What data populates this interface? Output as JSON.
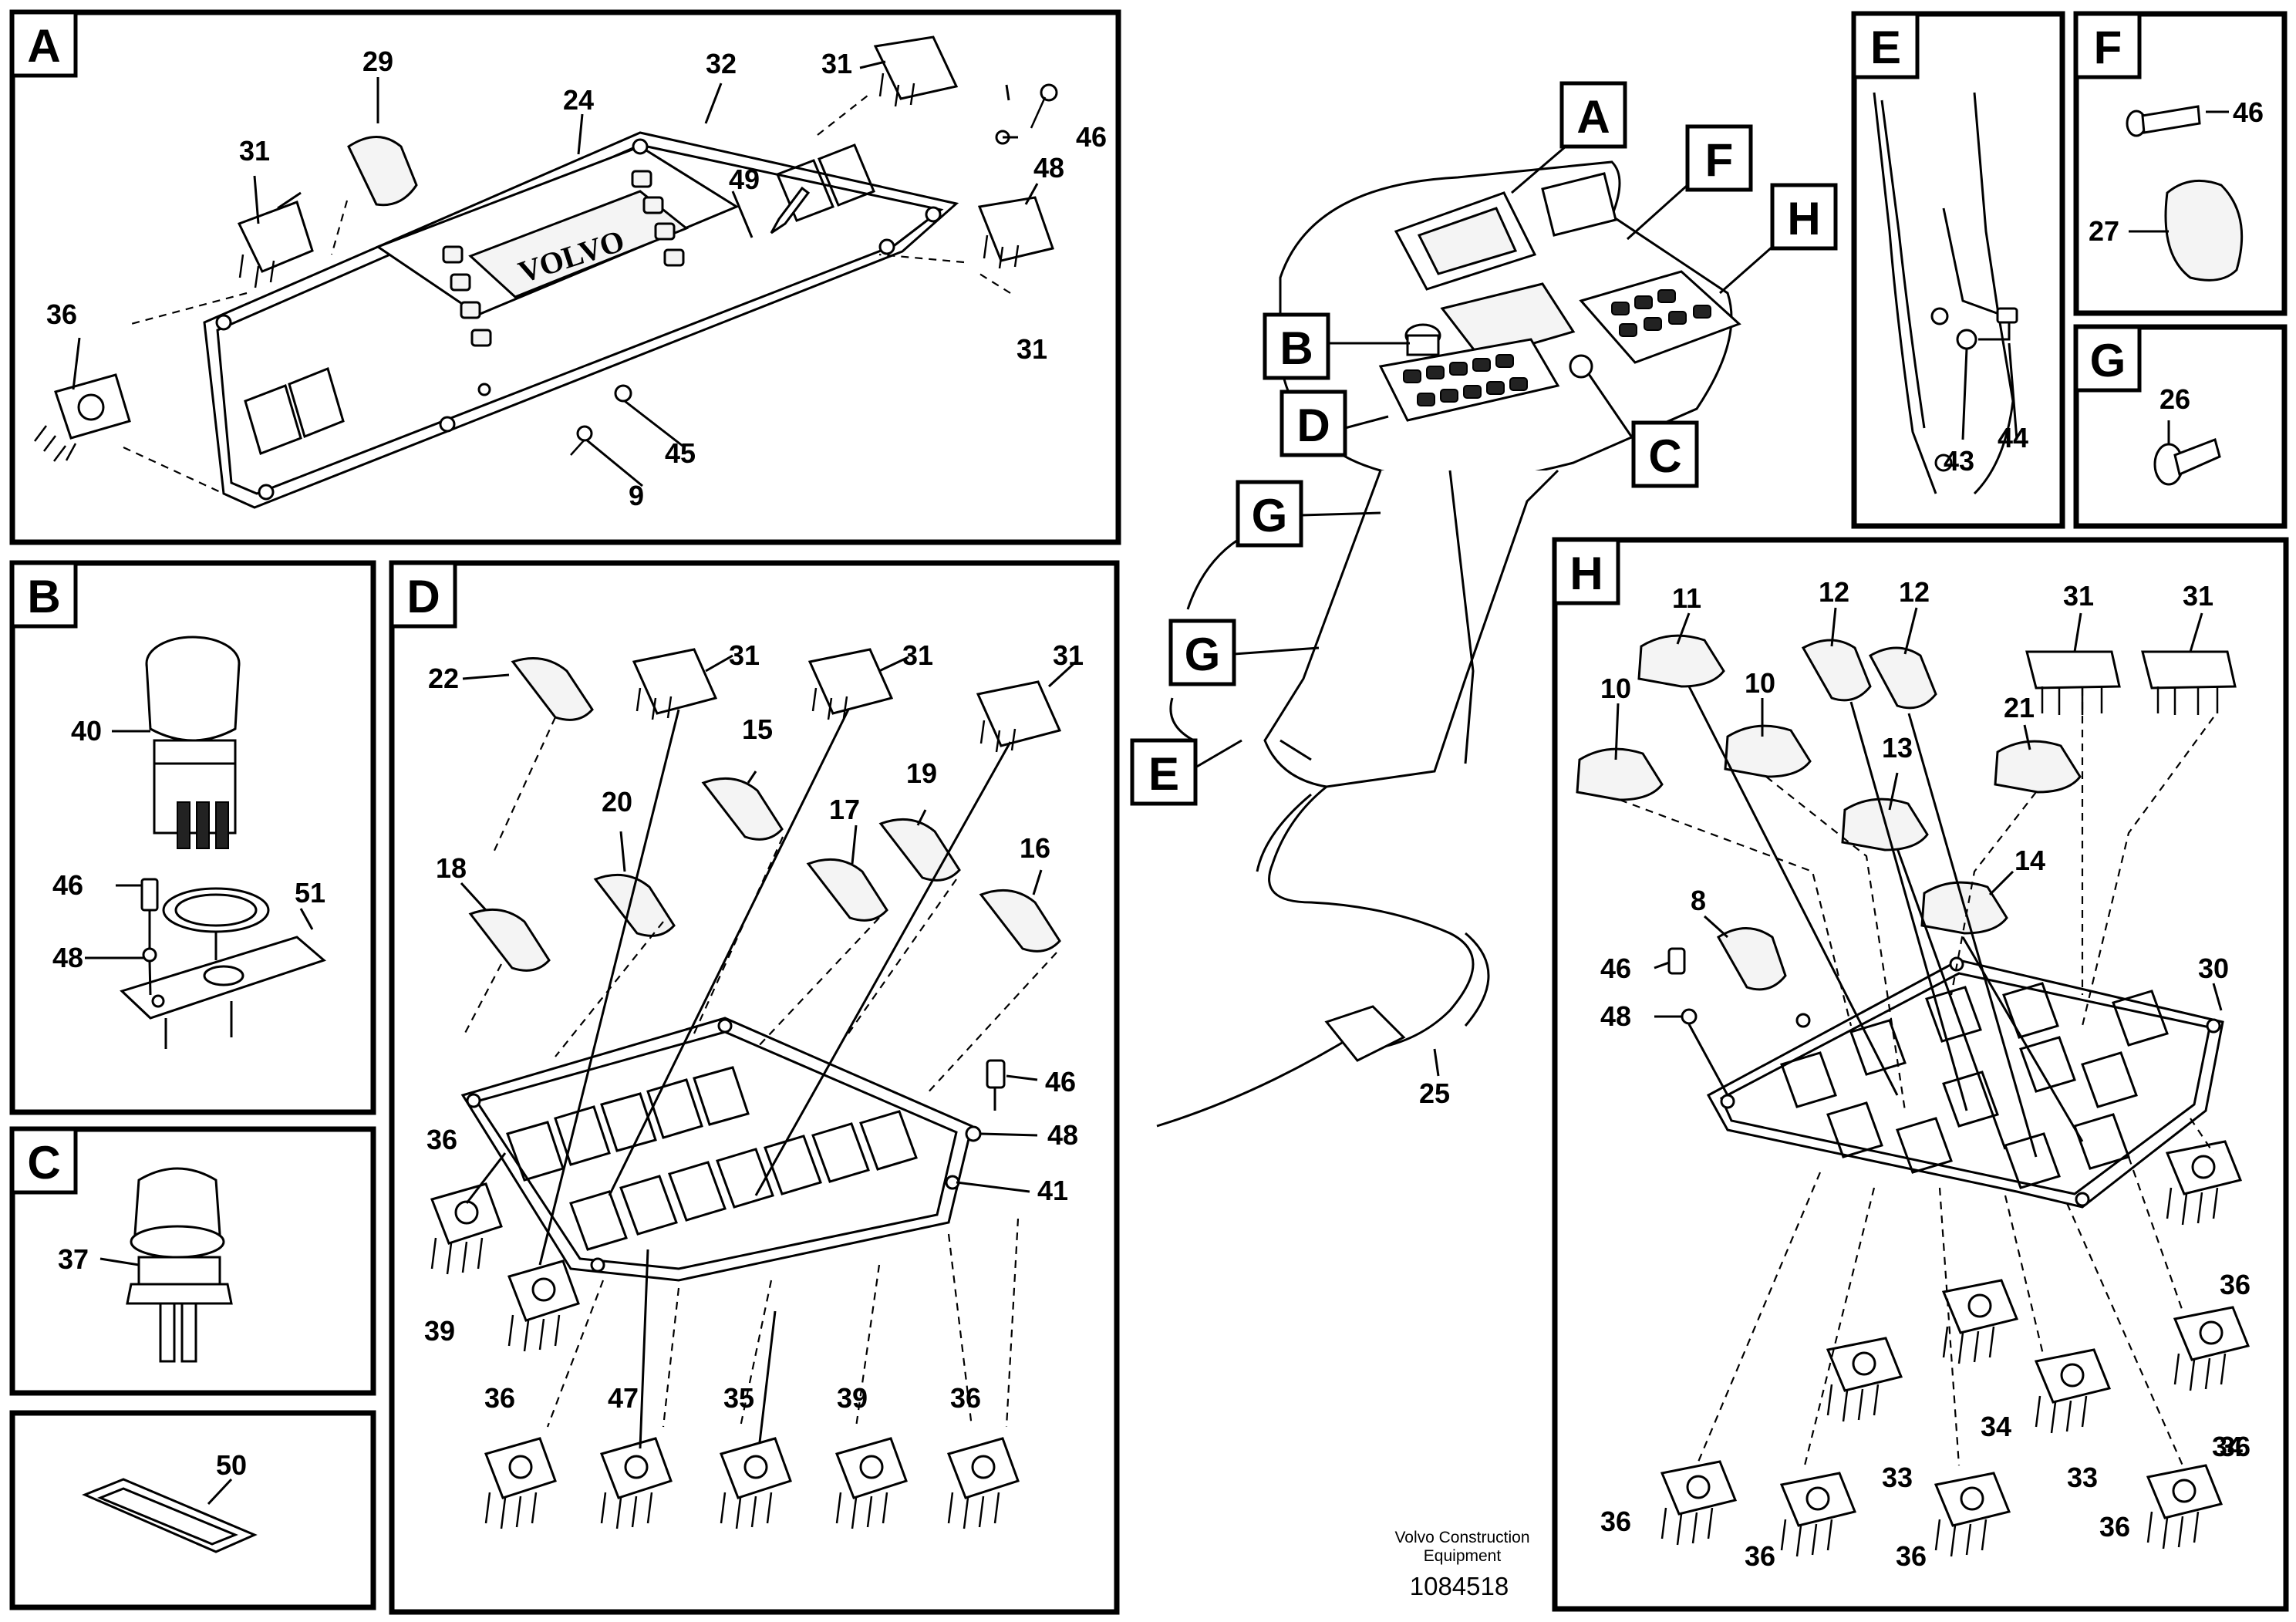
{
  "panels": {
    "A": {
      "tag": "A",
      "labels": [
        "29",
        "24",
        "32",
        "31",
        "31",
        "46",
        "48",
        "49",
        "31",
        "36",
        "45",
        "9"
      ]
    },
    "B": {
      "tag": "B",
      "labels": [
        "40",
        "46",
        "48",
        "51"
      ]
    },
    "C": {
      "tag": "C",
      "labels": [
        "37"
      ]
    },
    "blank": {
      "labels": [
        "50"
      ]
    },
    "D": {
      "tag": "D",
      "labels": [
        "22",
        "31",
        "31",
        "31",
        "15",
        "19",
        "20",
        "17",
        "18",
        "16",
        "46",
        "48",
        "41",
        "36",
        "39",
        "36",
        "47",
        "35",
        "39",
        "36"
      ]
    },
    "overview": {
      "tags": [
        "A",
        "F",
        "H",
        "B",
        "D",
        "C",
        "G",
        "G",
        "E"
      ],
      "labels": [
        "25"
      ]
    },
    "E": {
      "tag": "E",
      "labels": [
        "43",
        "44"
      ]
    },
    "F": {
      "tag": "F",
      "labels": [
        "46",
        "27"
      ]
    },
    "G": {
      "tag": "G",
      "labels": [
        "26"
      ]
    },
    "H": {
      "tag": "H",
      "labels": [
        "11",
        "12",
        "12",
        "31",
        "31",
        "10",
        "10",
        "21",
        "13",
        "14",
        "8",
        "46",
        "48",
        "30",
        "36",
        "36",
        "34",
        "34",
        "33",
        "33",
        "36",
        "36",
        "36",
        "36"
      ]
    }
  },
  "logo_text": "VOLVO",
  "footer": {
    "line1": "Volvo Construction",
    "line2": "Equipment",
    "number": "1084518"
  }
}
